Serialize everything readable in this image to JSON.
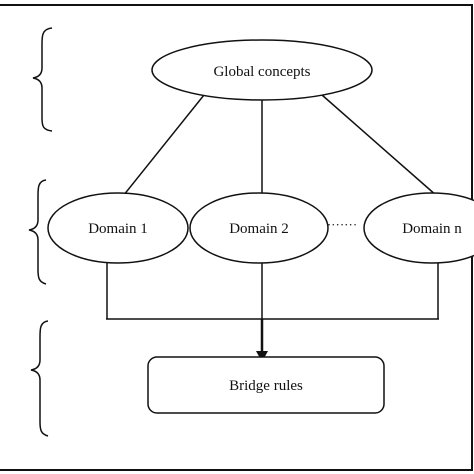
{
  "diagram": {
    "global_node": {
      "label": "Global concepts"
    },
    "domains": [
      {
        "label": "Domain 1"
      },
      {
        "label": "Domain 2"
      },
      {
        "label": "Domain n"
      }
    ],
    "ellipsis": "·······",
    "bridge_node": {
      "label": "Bridge rules"
    }
  },
  "colors": {
    "stroke": "#111111",
    "background": "#ffffff"
  }
}
